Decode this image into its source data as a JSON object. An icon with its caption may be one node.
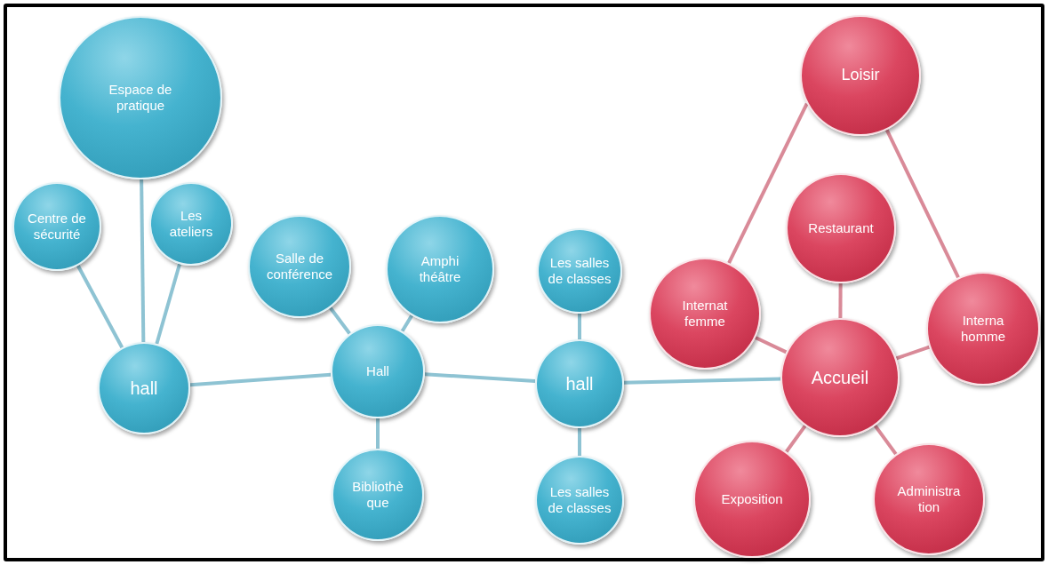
{
  "diagram": {
    "nodes": [
      {
        "text": [
          "Espace de pratique"
        ]
      },
      {
        "text": [
          "Centre de sécurité"
        ]
      },
      {
        "text": [
          "Les ateliers"
        ]
      },
      {
        "text": [
          "hall"
        ]
      },
      {
        "text": [
          "Salle de conférence"
        ]
      },
      {
        "text": [
          "Amphi théâtre"
        ]
      },
      {
        "text": [
          "Hall"
        ]
      },
      {
        "text": [
          "Bibliothè que"
        ]
      },
      {
        "text": [
          "Les salles de classes"
        ]
      },
      {
        "text": [
          "hall"
        ]
      },
      {
        "text": [
          "Les salles de classes"
        ]
      },
      {
        "text": [
          "Loisir"
        ]
      },
      {
        "text": [
          "Restaurant"
        ]
      },
      {
        "text": [
          "Internat femme"
        ]
      },
      {
        "text": [
          "Accueil"
        ]
      },
      {
        "text": [
          "Interna homme"
        ]
      },
      {
        "text": [
          "Exposition"
        ]
      },
      {
        "text": [
          "Administra tion"
        ]
      }
    ],
    "edges": [
      {
        "from": 0,
        "to": 3,
        "arrow": "none"
      },
      {
        "from": 1,
        "to": 3,
        "arrow": "none"
      },
      {
        "from": 2,
        "to": 3,
        "arrow": "none"
      },
      {
        "from": 3,
        "to": 6,
        "arrow": "none"
      },
      {
        "from": 4,
        "to": 6,
        "arrow": "none"
      },
      {
        "from": 5,
        "to": 6,
        "arrow": "none"
      },
      {
        "from": 6,
        "to": 7,
        "arrow": "none"
      },
      {
        "from": 6,
        "to": 9,
        "arrow": "none"
      },
      {
        "from": 8,
        "to": 9,
        "arrow": "none"
      },
      {
        "from": 9,
        "to": 10,
        "arrow": "none"
      },
      {
        "from": 9,
        "to": 14,
        "arrow": "none"
      },
      {
        "from": 11,
        "to": 13,
        "arrow": "none",
        "color": "#d98a98"
      },
      {
        "from": 11,
        "to": 15,
        "arrow": "none",
        "color": "#d98a98"
      },
      {
        "from": 12,
        "to": 14,
        "arrow": "none",
        "color": "#d98a98"
      },
      {
        "from": 13,
        "to": 14,
        "arrow": "none",
        "color": "#d98a98"
      },
      {
        "from": 15,
        "to": 14,
        "arrow": "none",
        "color": "#d98a98"
      },
      {
        "from": 14,
        "to": 16,
        "arrow": "none",
        "color": "#d98a98"
      },
      {
        "from": 14,
        "to": 17,
        "arrow": "none",
        "color": "#d98a98"
      }
    ]
  }
}
